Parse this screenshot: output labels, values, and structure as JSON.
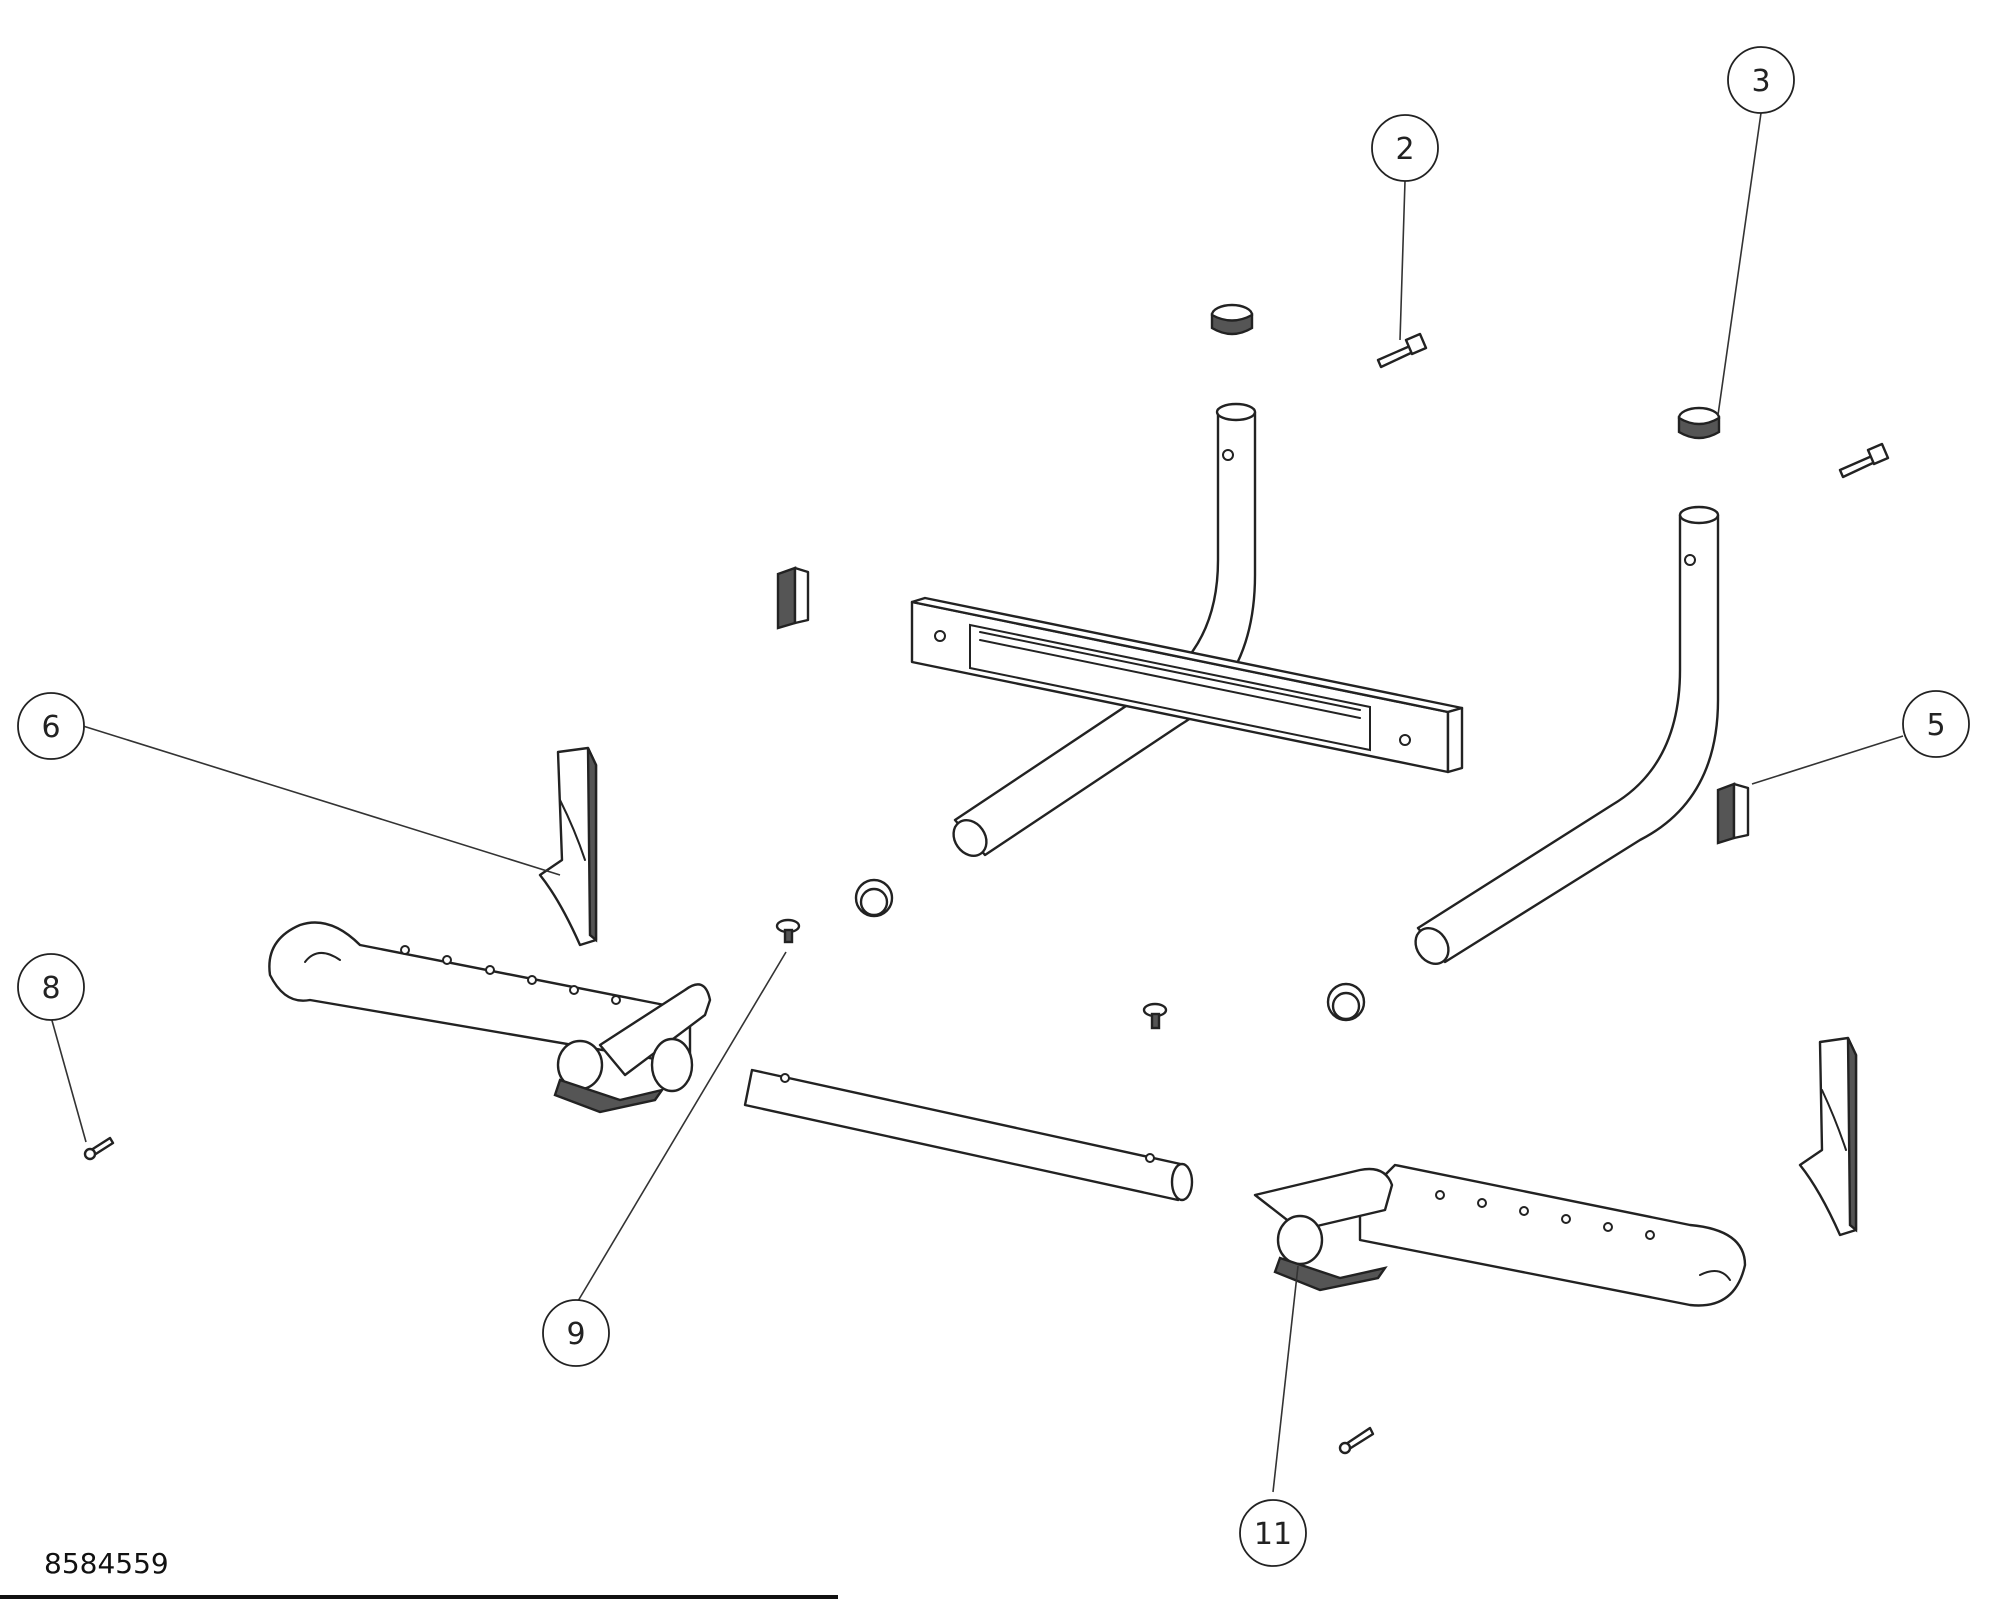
{
  "drawing": {
    "document_number": "8584559",
    "callouts": [
      {
        "id": "callout-2",
        "label": "2"
      },
      {
        "id": "callout-3",
        "label": "3"
      },
      {
        "id": "callout-5",
        "label": "5"
      },
      {
        "id": "callout-6",
        "label": "6"
      },
      {
        "id": "callout-8",
        "label": "8"
      },
      {
        "id": "callout-9",
        "label": "9"
      },
      {
        "id": "callout-11",
        "label": "11"
      }
    ]
  }
}
